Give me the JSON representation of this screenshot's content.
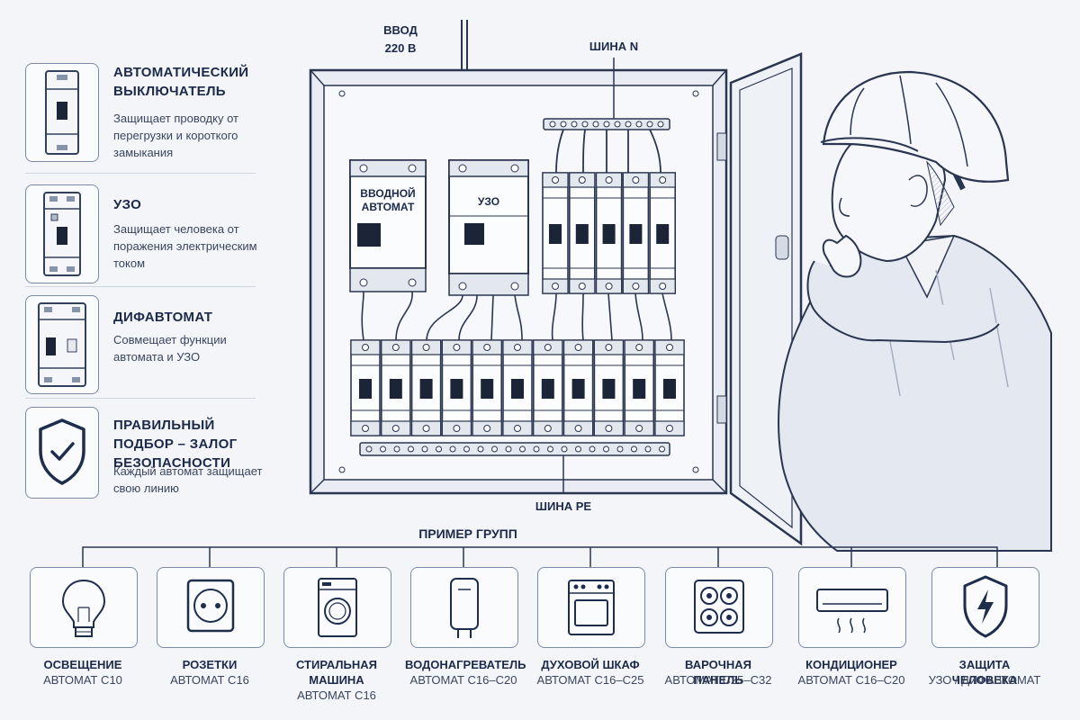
{
  "cards": [
    {
      "title": "АВТОМАТИЧЕСКИЙ ВЫКЛЮЧАТЕЛЬ",
      "desc": "Защищает проводку от перегрузки и короткого замыкания",
      "icon": "circuit-breaker-icon"
    },
    {
      "title": "УЗО",
      "desc": "Защищает человека от поражения электрическим током",
      "icon": "rcd-icon"
    },
    {
      "title": "ДИФАВТОМАТ",
      "desc": "Совмещает функции автомата и УЗО",
      "icon": "rcbo-icon"
    },
    {
      "title": "ПРАВИЛЬНЫЙ ПОДБОР – ЗАЛОГ БЕЗОПАСНОСТИ",
      "desc": "Каждый автомат защищает свою линию",
      "icon": "shield-check-icon"
    }
  ],
  "panel": {
    "input_label_1": "ВВОД",
    "input_label_2": "220 В",
    "bus_n": "ШИНА N",
    "bus_pe": "ШИНА PE",
    "main_breaker_label": "ВВОДНОЙ АВТОМАТ",
    "rcd_label": "УЗО"
  },
  "groups_title": "ПРИМЕР ГРУПП",
  "groups": [
    {
      "name": "ОСВЕЩЕНИЕ",
      "rating": "АВТОМАТ С10",
      "icon": "lightbulb-icon"
    },
    {
      "name": "РОЗЕТКИ",
      "rating": "АВТОМАТ С16",
      "icon": "socket-icon"
    },
    {
      "name": "СТИРАЛЬНАЯ МАШИНА",
      "rating": "АВТОМАТ С16",
      "icon": "washing-machine-icon"
    },
    {
      "name": "ВОДОНАГРЕВАТЕЛЬ",
      "rating": "АВТОМАТ С16–С20",
      "icon": "water-heater-icon"
    },
    {
      "name": "ДУХОВОЙ ШКАФ",
      "rating": "АВТОМАТ С16–С25",
      "icon": "oven-icon"
    },
    {
      "name": "ВАРОЧНАЯ ПАНЕЛЬ",
      "rating": "АВТОМАТ С25–С32",
      "icon": "cooktop-icon"
    },
    {
      "name": "КОНДИЦИОНЕР",
      "rating": "АВТОМАТ С16–С20",
      "icon": "air-conditioner-icon"
    },
    {
      "name": "ЗАЩИТА ЧЕЛОВЕКА",
      "rating": "УЗО / ДИФАВТОМАТ",
      "icon": "shield-lightning-icon"
    }
  ]
}
